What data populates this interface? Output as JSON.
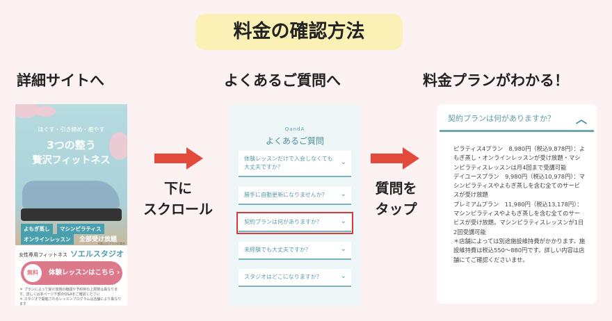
{
  "title": "料金の確認方法",
  "steps": [
    "詳細サイトへ",
    "よくあるご質問へ",
    "料金プランがわかる！"
  ],
  "arrows": [
    "下に\nスクロール",
    "質問を\nタップ"
  ],
  "site": {
    "subtitle": "ほぐす・引き締め・癒やす",
    "headline1": "3つの整う",
    "headline2": "贅沢フィットネス",
    "tags": [
      "よもぎ蒸し",
      "マシンピラティス",
      "オンラインレッスン"
    ],
    "all_you_can": "全部受け放題",
    "footnote": "※最上位プランの場合",
    "brand_prefix": "女性専用フィットネス",
    "brand": "ソエルスタジオ",
    "cta_free": "無料",
    "cta_label": "体験レッスンはこちら ›",
    "notes": "＊ プランによって受け放題の範囲や予約枠の上限数は異なります。詳しくは本ページ下部のQ&Aをご確認ください\n＊ スタジオで開催されるレッスンプログラムは店舗により異なります"
  },
  "faq": {
    "label": "QandA",
    "title": "よくあるご質問",
    "items": [
      "体験レッスンだけで入会しなくても大丈夫ですか？",
      "勝手に自動更新になりませんか？",
      "契約プランは何がありますか？",
      "未経験でも大丈夫ですか？",
      "スタジオはどこになりますか？"
    ],
    "highlighted_index": 2
  },
  "answer": {
    "question": "契約プランは何がありますか？",
    "text": "ピラティス4プラン　8,980円（税込9,878円）：よもぎ蒸し・オンラインレッスンが受け放題・マシンピラティスレッスンは月4回まで受講可能\nデイユースプラン　9,980円（税込10,978円）：マシンピラティスやよもぎ蒸しを含む全てのサービスが受け放題\nプレミアムプラン　11,980円（税込13,178円）：マシンピラティスやよもぎ蒸しを含む全てのサービスが受け放題。マシンピラティスレッスンが1日2回受講可能\n＊店舗によっては別途施設維持費がかかります。施設維持費は税込550〜880円です。詳しい内容は店舗にてご確認くださいませ。"
  },
  "colors": {
    "background": "#fcf2f2",
    "title_bg": "#fbf1b6",
    "arrow": "#e24a3b",
    "accent": "#5a9aa6",
    "highlight": "#d63a3a",
    "cta": "#dc7a8c"
  }
}
